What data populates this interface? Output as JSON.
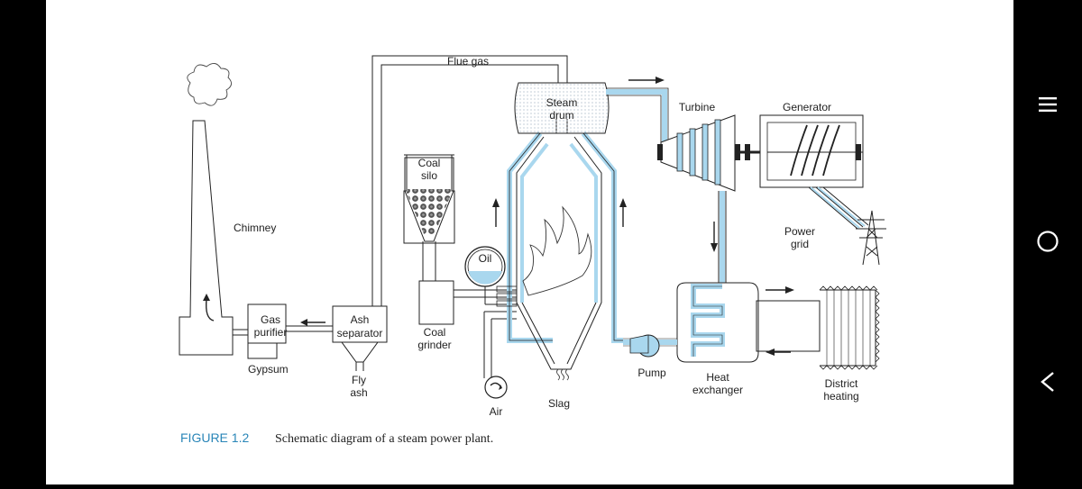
{
  "figure": {
    "number": "FIGURE 1.2",
    "caption": "Schematic diagram of a steam power plant."
  },
  "labels": {
    "flue_gas": "Flue gas",
    "steam_drum_line1": "Steam",
    "steam_drum_line2": "drum",
    "turbine": "Turbine",
    "generator": "Generator",
    "coal_silo_line1": "Coal",
    "coal_silo_line2": "silo",
    "chimney": "Chimney",
    "power_grid_line1": "Power",
    "grid_line2": "grid",
    "oil": "Oil",
    "gas_purifier_line1": "Gas",
    "gas_purifier_line2": "purifier",
    "ash_separator_line1": "Ash",
    "ash_separator_line2": "separator",
    "coal_grinder_line1": "Coal",
    "coal_grinder_line2": "grinder",
    "gypsum": "Gypsum",
    "fly_ash_line1": "Fly",
    "fly_ash_line2": "ash",
    "pump": "Pump",
    "heat_exchanger_line1": "Heat",
    "heat_exchanger_line2": "exchanger",
    "district_heating_line1": "District",
    "district_heating_line2": "heating",
    "air": "Air",
    "slag": "Slag"
  },
  "navbar": {
    "recents_icon": "recents-icon",
    "home_icon": "home-icon",
    "back_icon": "back-icon"
  },
  "colors": {
    "water": "#a9d7ee",
    "line": "#222222",
    "caption_accent": "#2a86b8"
  }
}
